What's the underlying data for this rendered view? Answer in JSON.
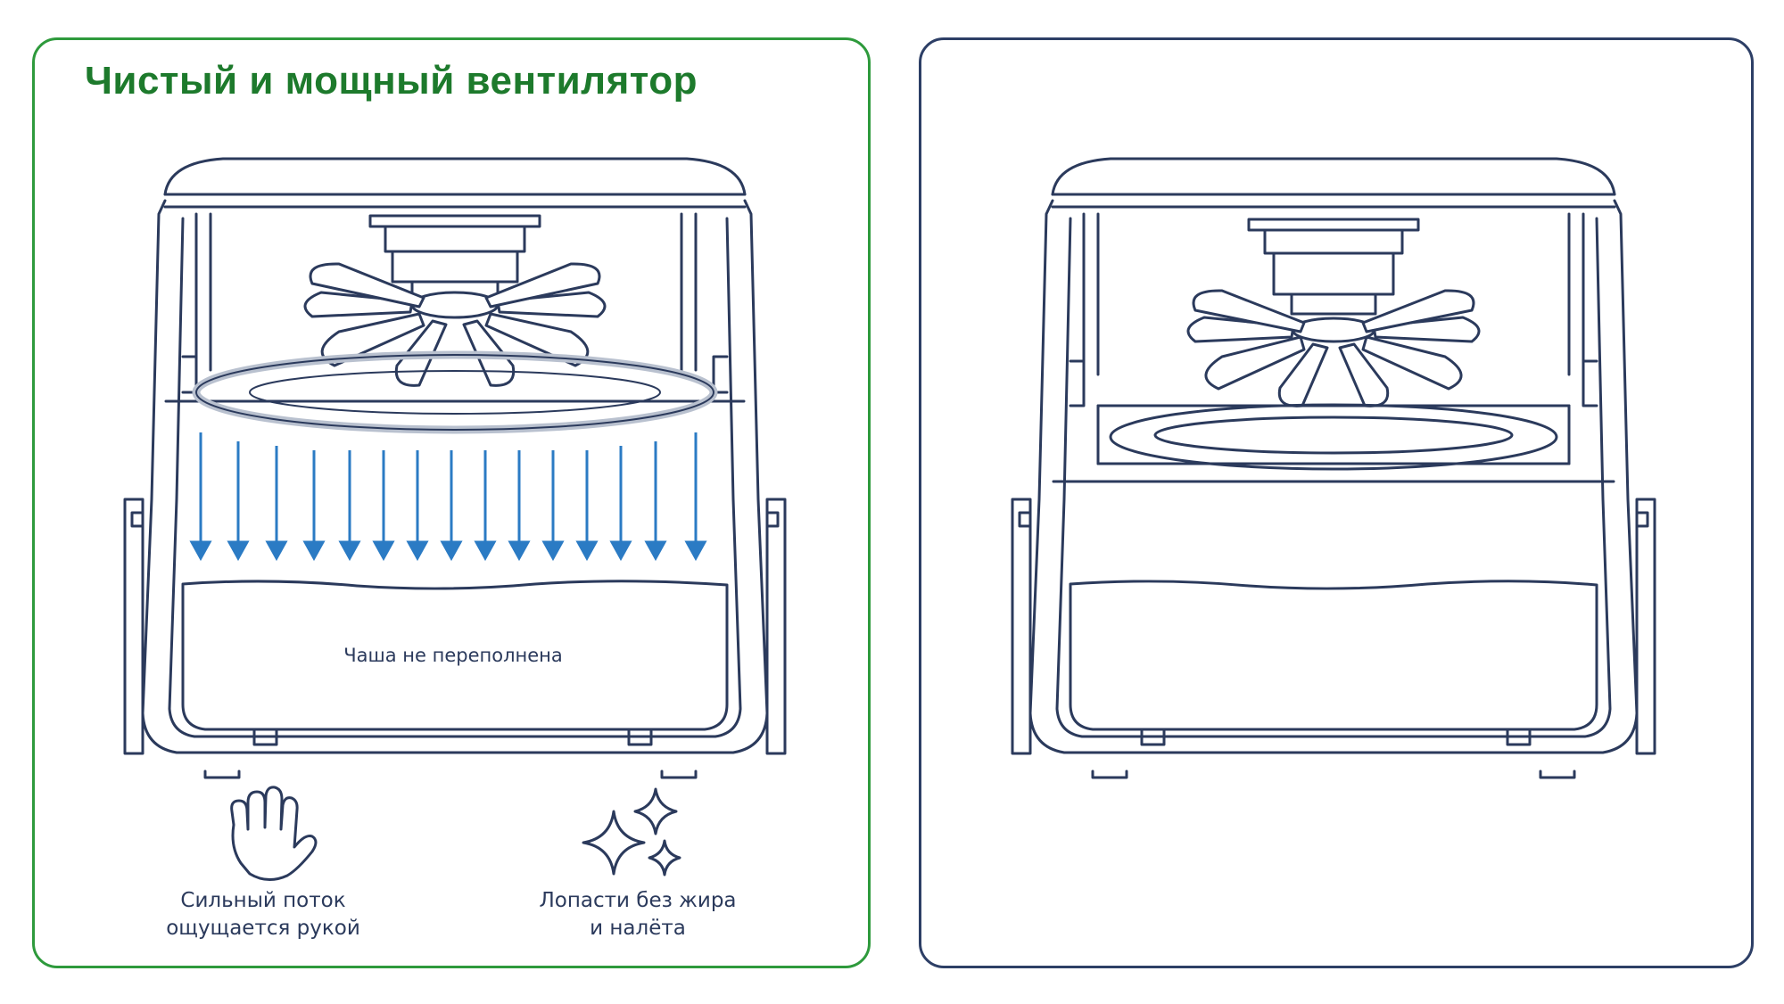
{
  "left_panel": {
    "title": "Чистый и мощный вентилятор",
    "bowl_label": "Чаша не переполнена",
    "features": [
      {
        "icon": "hand-icon",
        "label": "Сильный поток\nощущается рукой"
      },
      {
        "icon": "sparkles-icon",
        "label": "Лопасти без жира\nи налёта"
      }
    ]
  },
  "right_panel": {},
  "colors": {
    "accent_green": "#1d7a2c",
    "left_border": "#2e9a3c",
    "right_border": "#2d3f66",
    "line": "#2b3a5c",
    "airflow_arrows": "#2b7bc4"
  }
}
